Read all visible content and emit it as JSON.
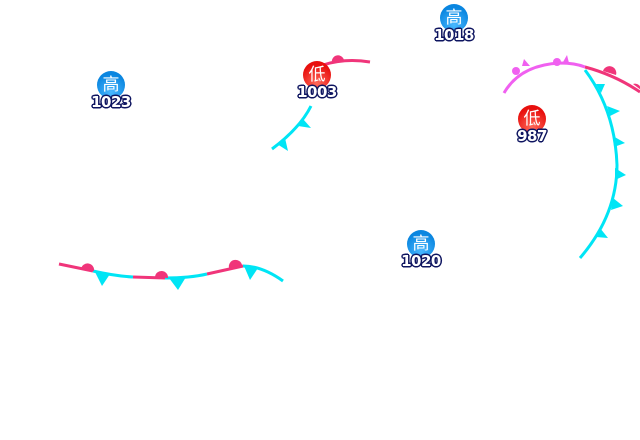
{
  "colors": {
    "high": "#0a86e0",
    "low": "#e8100e",
    "warm_front": "#f0357a",
    "cold_front": "#00e5f5",
    "occluded_front": "#f060f0",
    "label_outline": "#0e1560"
  },
  "pressure_centers": [
    {
      "type": "high",
      "symbol": "高",
      "value": "1023"
    },
    {
      "type": "low",
      "symbol": "低",
      "value": "1003"
    },
    {
      "type": "high",
      "symbol": "高",
      "value": "1018"
    },
    {
      "type": "low",
      "symbol": "低",
      "value": "987"
    },
    {
      "type": "high",
      "symbol": "高",
      "value": "1020"
    }
  ],
  "fronts": [
    "cold",
    "warm",
    "occluded",
    "warm",
    "cold",
    "stationary"
  ]
}
